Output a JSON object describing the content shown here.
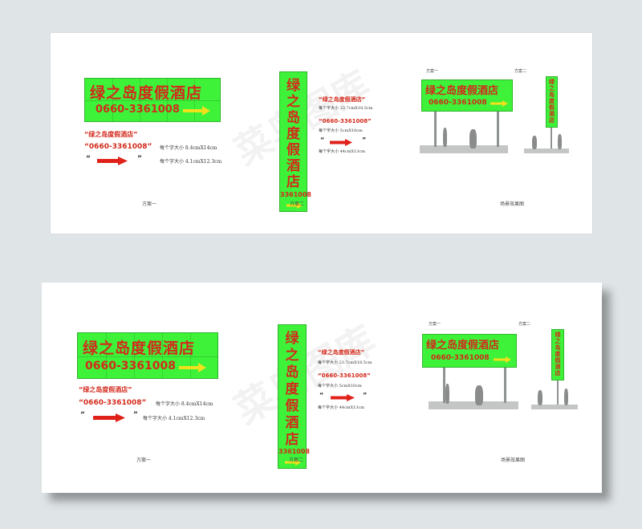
{
  "signs": {
    "name": "绿之岛度假酒店",
    "phone": "0660-3361008",
    "vertical_chars": [
      "绿",
      "之",
      "岛",
      "度",
      "假",
      "酒",
      "店"
    ],
    "vertical_phone": "3361008",
    "arrow_color": "#f2e01c",
    "red_arrow_color": "#e0211a",
    "sign_green": "#3ef239",
    "text_red": "#d32a1c"
  },
  "plan1": {
    "label_name": "“绿之岛度假酒店”",
    "label_phone": "“0660-3361008”",
    "quote_open": "“",
    "quote_close": "”",
    "note_phone": "每个字大小    8.4cmX14cm",
    "note_arrow": "每个字大小    4.1cmX12.3cm",
    "caption": "方案一"
  },
  "plan2": {
    "label_name": "“绿之岛度假酒店”",
    "label_phone": "“0660-3361008”",
    "quote_open": "“",
    "quote_close": "”",
    "note_name": "每个字大小  23.7cmX18.5cm",
    "note_phone": "每个字大小    5cmX10cm",
    "note_arrow": "每个字大小     44cmX13cm",
    "caption": "方案二"
  },
  "scene": {
    "label_a": "方案一",
    "label_b": "方案二",
    "caption": "场景效果图"
  },
  "watermark": "菜鸟图库"
}
